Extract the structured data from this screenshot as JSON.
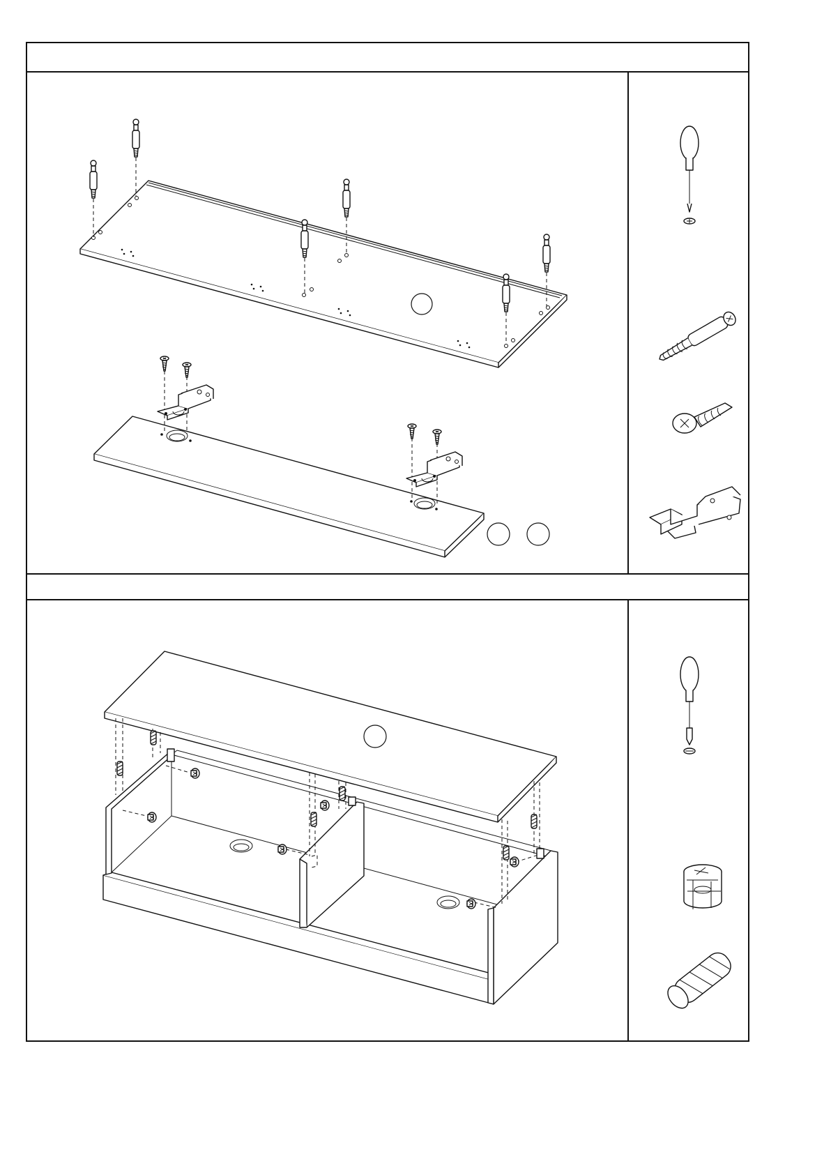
{
  "page": {
    "step1": {
      "header": "",
      "callouts": [
        "",
        "",
        ""
      ]
    },
    "step2": {
      "header": "",
      "callouts": [
        ""
      ]
    }
  },
  "tools": {
    "step1": [
      "phillips-screwdriver",
      "cam-bolt",
      "wood-screw",
      "hinge"
    ],
    "step2": [
      "phillips-screwdriver",
      "cam-lock",
      "wooden-dowel"
    ]
  }
}
